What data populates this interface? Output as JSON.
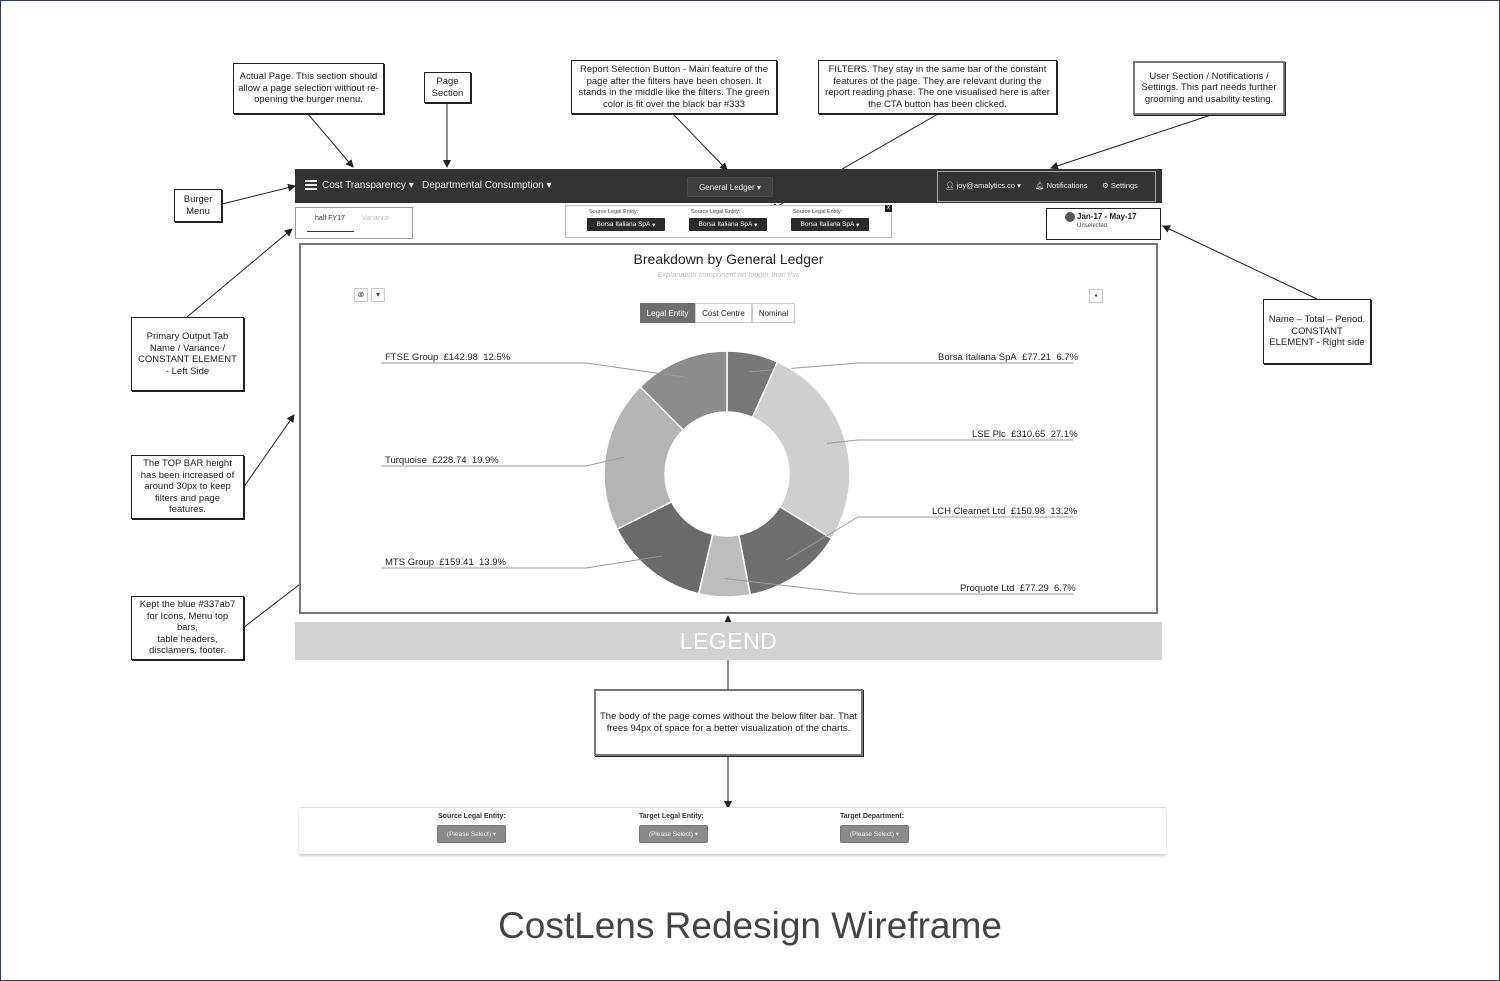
{
  "caption": "CostLens Redesign Wireframe",
  "notes": {
    "actual_page": "Actual Page. This section should allow a page selection without re-opening the burger menu.",
    "page_section": "Page\nSection",
    "report_selection": "Report Selection Button - Main feature of the page after the filters have been chosen. It stands in the middle like the filters. The green color is fit over the black bar #333",
    "filters": "FILTERS. They stay in the same bar of the constant features of the page. They are relevant during the report reading phase. The one visualised here is after the CTA button has been clicked.",
    "user_section": "User Section / Notifications / Settings. This part needs further grooming and usability testing.",
    "burger_menu": "Burger\nMenu",
    "primary_output_tab": "Primary Output Tab Name / Variance / CONSTANT ELEMENT - Left Side",
    "top_bar_height": "The TOP BAR height has been increased of around 30px to keep filters and page features.",
    "kept_blue": "Kept the blue #337ab7 for Icons, Menu top bars,\ntable headers, disclamers, footer.",
    "name_total_period": "Name – Total – Period. CONSTANT ELEMENT - Right side",
    "body_without_filter": "The body of the page comes without the below filter bar. That frees 94px of space for a better visualization of the charts."
  },
  "topbar": {
    "actual_page": "Cost Transparency",
    "page_section": "Departmental Consumption",
    "report_button": "General Ledger",
    "user": "joy@amalytics.co",
    "notifications": "Notifications",
    "settings": "Settings"
  },
  "output_tabs": [
    "half FY17",
    "Variance"
  ],
  "filters": [
    {
      "label": "Source Legal Entity:",
      "value": "Borsa Italiana SpA"
    },
    {
      "label": "Source Legal Entity:",
      "value": "Borsa Italiana SpA"
    },
    {
      "label": "Source Legal Entity:",
      "value": "Borsa Italiana SpA"
    }
  ],
  "filters_close": "x",
  "period": {
    "range": "Jan-17 - May-17",
    "status": "Unselected"
  },
  "chart_toggle": [
    "Legal Entity",
    "Cost Centre",
    "Nominal"
  ],
  "legend_bar": "LEGEND",
  "bottom_filters": [
    {
      "label": "Source Legal Entity:",
      "value": "(Please Select)"
    },
    {
      "label": "Target Legal Entity:",
      "value": "(Please Select)"
    },
    {
      "label": "Target Department:",
      "value": "(Please Select)"
    }
  ],
  "colors": {
    "top_bar": "#333333",
    "legend_bar": "#d2d2d2",
    "active_toggle": "#6e6e6e"
  },
  "chart_data": {
    "type": "pie",
    "title": "Breakdown by General Ledger",
    "subtitle": "Explanation component no bigger than this",
    "categories": [
      "Borsa Italiana SpA",
      "LSE Plc",
      "LCH Clearnet Ltd",
      "Proquote Ltd",
      "MTS Group",
      "Turquoise",
      "FTSE Group"
    ],
    "values": [
      77.21,
      310.65,
      150.98,
      77.29,
      159.41,
      228.74,
      142.98
    ],
    "value_labels": [
      "£77.21",
      "£310.65",
      "£150.98",
      "£77.29",
      "£159.41",
      "£228.74",
      "£142.98"
    ],
    "percent_labels": [
      "6.7%",
      "27.1%",
      "13.2%",
      "6.7%",
      "13.9%",
      "19.9%",
      "12.5%"
    ],
    "colors": [
      "#777777",
      "#cfcfcf",
      "#6f6f6f",
      "#bdbdbd",
      "#6a6a6a",
      "#b4b4b4",
      "#8c8c8c"
    ],
    "donut": true
  }
}
